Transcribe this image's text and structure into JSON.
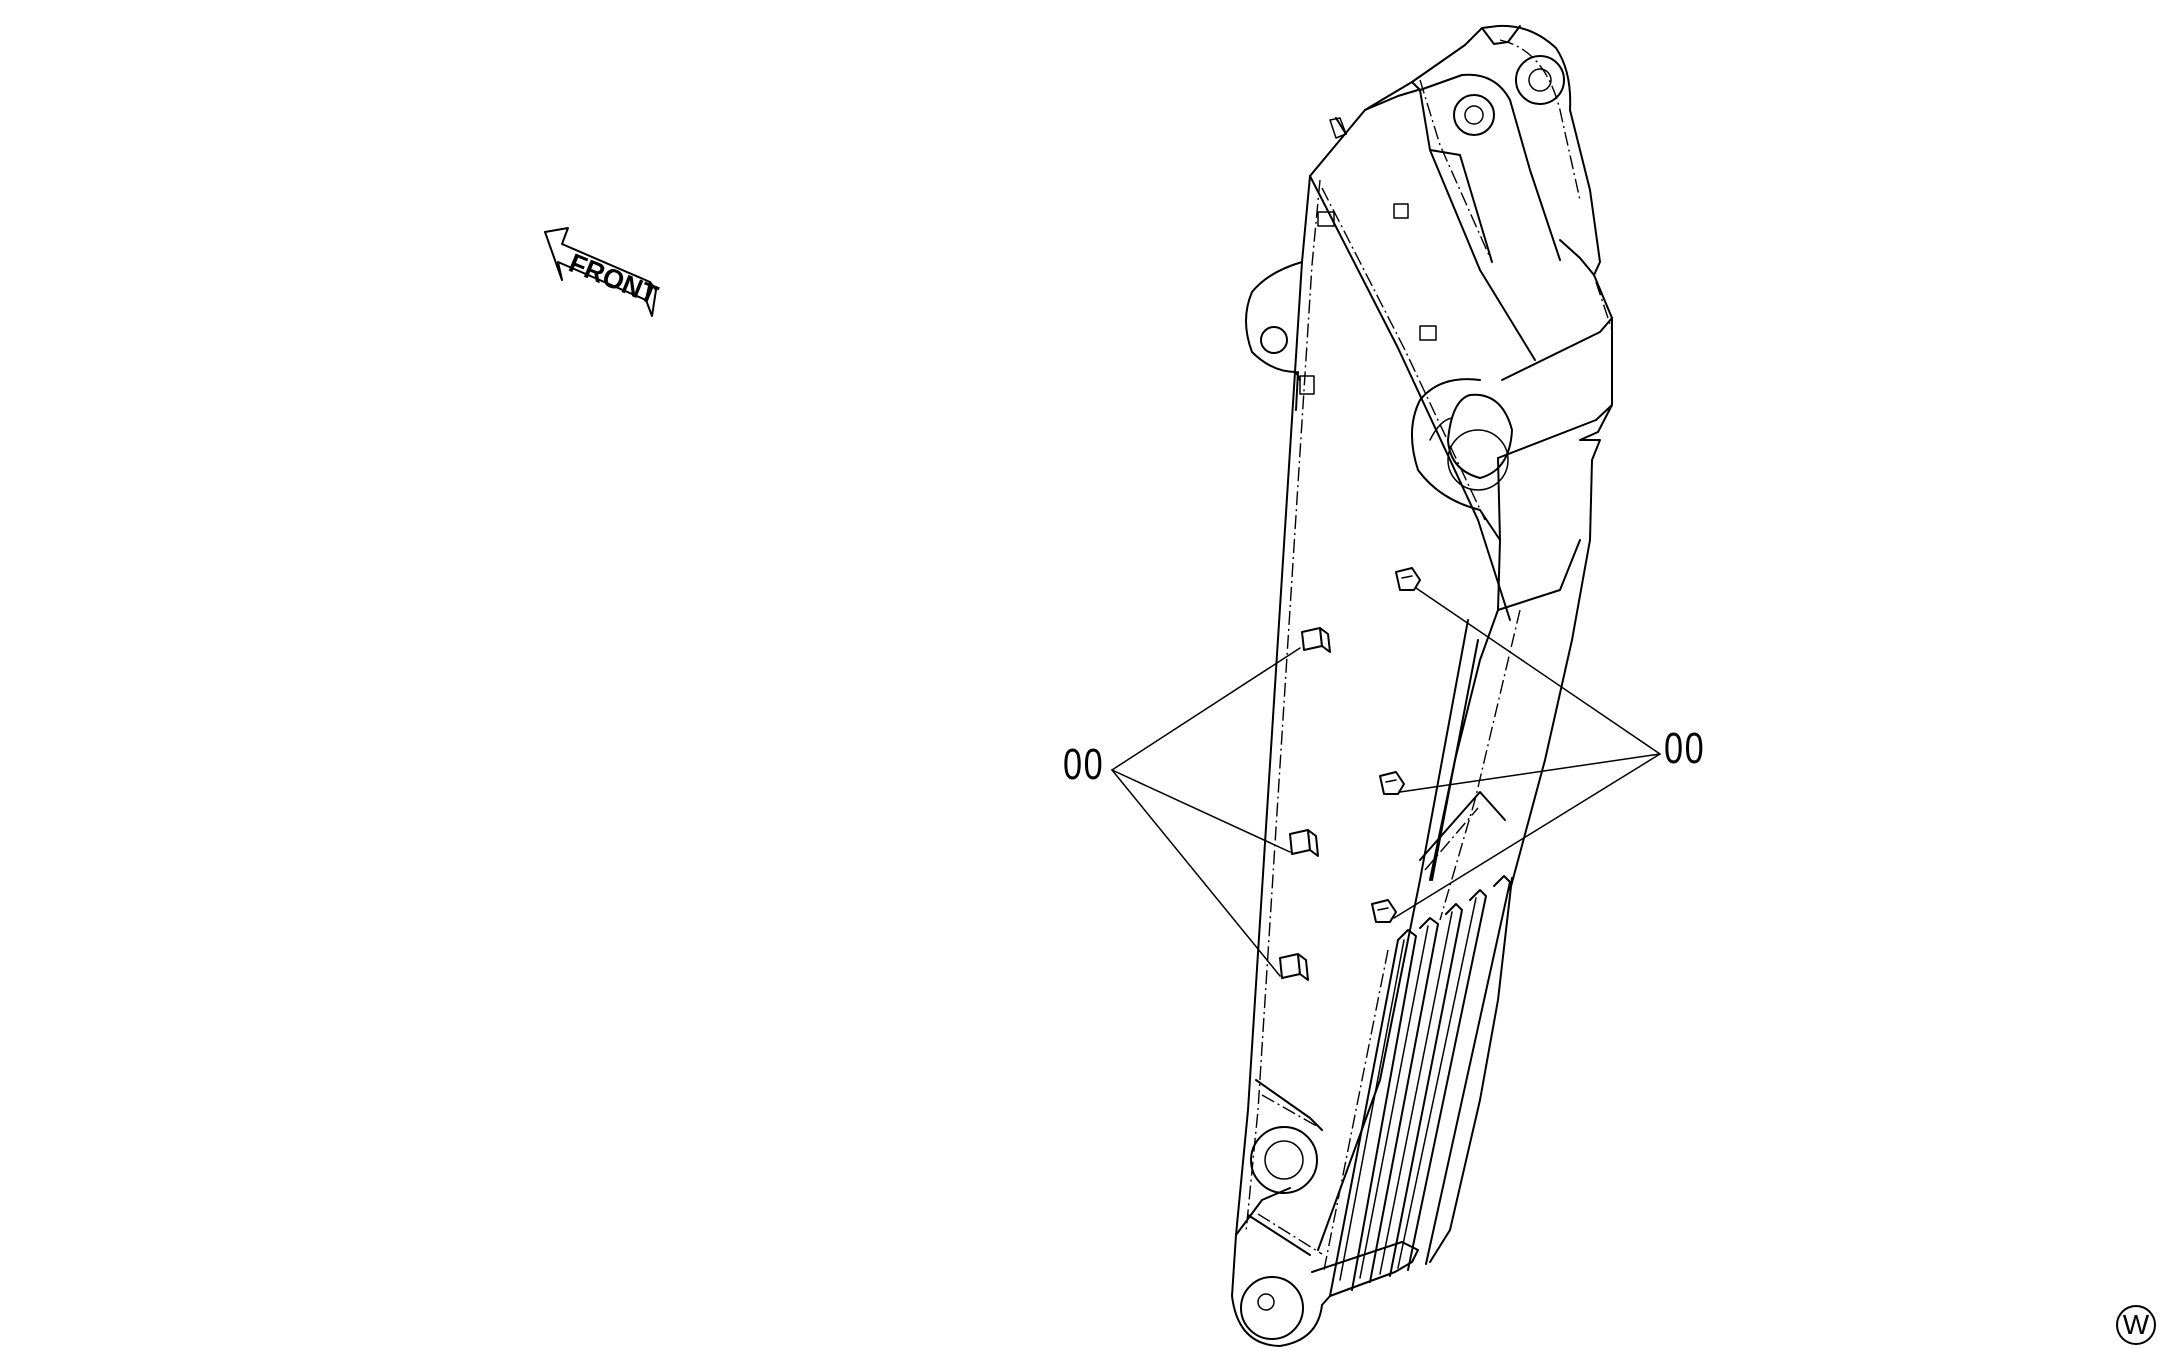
{
  "direction_label": "FRONT",
  "callouts": {
    "left": "00",
    "right": "00"
  },
  "watermark": "W",
  "colors": {
    "line": "#000000",
    "background": "#ffffff"
  }
}
